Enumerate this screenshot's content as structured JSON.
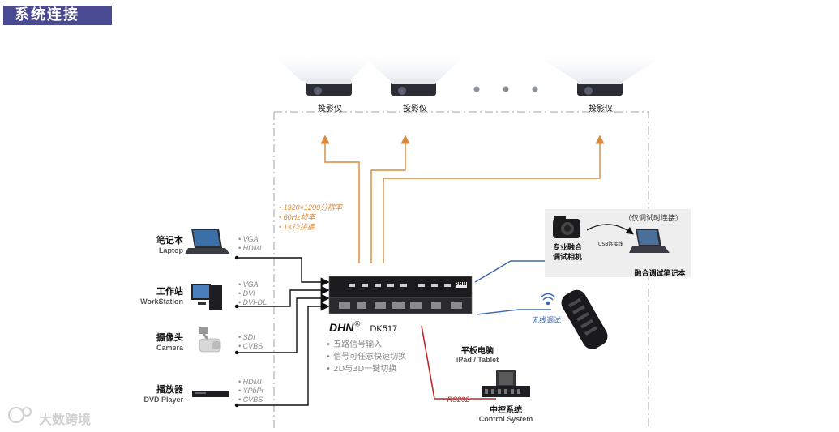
{
  "header": {
    "title": "系统连接"
  },
  "projectors": [
    {
      "label": "投影仪"
    },
    {
      "label": "投影仪"
    },
    {
      "label": "投影仪"
    }
  ],
  "output_specs": [
    "1920×1200分辨率",
    "60Hz帧率",
    "1×72拼接"
  ],
  "sources": [
    {
      "cn": "笔记本",
      "en": "Laptop",
      "signals": [
        "VGA",
        "HDMI"
      ]
    },
    {
      "cn": "工作站",
      "en": "WorkStation",
      "signals": [
        "VGA",
        "DVI",
        "DVI-DL"
      ]
    },
    {
      "cn": "摄像头",
      "en": "Camera",
      "signals": [
        "SDI",
        "CVBS"
      ]
    },
    {
      "cn": "播放器",
      "en": "DVD Player",
      "signals": [
        "HDMI",
        "YPbPr",
        "CVBS"
      ]
    }
  ],
  "device": {
    "brand": "DHN",
    "model": "DK517",
    "reg": "®",
    "panel_brand": "DHN"
  },
  "features": [
    "五路信号输入",
    "信号可任意快速切换",
    "2D与3D一键切换"
  ],
  "debug_panel": {
    "note": "（仅调试时连接）",
    "camera_label_1": "专业融合",
    "camera_label_2": "调试相机",
    "usb_label": "USB连接线",
    "laptop_label": "融合调试笔记本"
  },
  "wireless": {
    "label": "无线调试"
  },
  "tablet": {
    "cn": "平板电脑",
    "en": "iPad / Tablet"
  },
  "control": {
    "rs232": "RS232",
    "cn": "中控系统",
    "en": "Control System"
  },
  "watermark": {
    "text": "大数跨境"
  },
  "colors": {
    "orange": "#d98a3c",
    "blue": "#3a6ab0",
    "red": "#c0282d",
    "badge": "#4a4a93"
  }
}
